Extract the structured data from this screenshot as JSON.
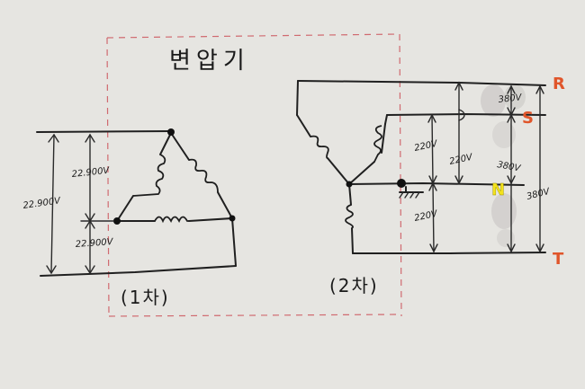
{
  "title": "변압기",
  "primary": {
    "label": "(1차)",
    "voltage_line": "22.900V",
    "voltage_upper": "22.900V",
    "voltage_lower": "22.900V"
  },
  "secondary": {
    "label": "(2차)",
    "v_phase_1": "220V",
    "v_phase_2": "220V",
    "v_phase_3": "220V",
    "v_line_rs": "380V",
    "v_line_sn": "380V",
    "v_line_rt": "380V"
  },
  "phases": {
    "r": "R",
    "s": "S",
    "n": "N",
    "t": "T"
  },
  "colors": {
    "paper": "#e6e5e1",
    "ink": "#202020",
    "dashed_box": "#d06a70",
    "phase_label": "#e0552a",
    "neutral_label": "#f3e21b"
  },
  "icons": {
    "ground": "ground-icon"
  }
}
